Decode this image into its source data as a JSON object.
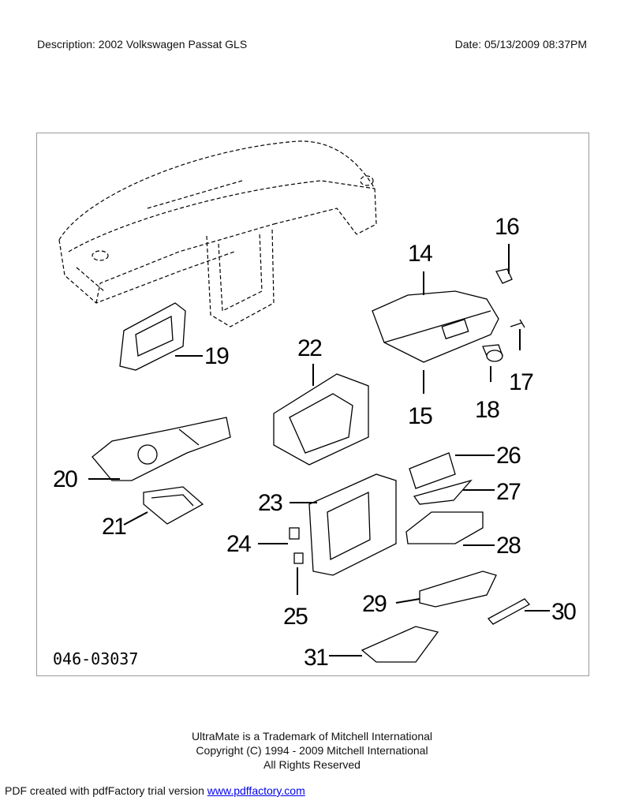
{
  "header": {
    "description": "Description: 2002 Volkswagen Passat GLS",
    "date": "Date: 05/13/2009 08:37PM"
  },
  "diagram": {
    "figure_code": "046-03037",
    "callouts": {
      "c14": "14",
      "c15": "15",
      "c16": "16",
      "c17": "17",
      "c18": "18",
      "c19": "19",
      "c20": "20",
      "c21": "21",
      "c22": "22",
      "c23": "23",
      "c24": "24",
      "c25": "25",
      "c26": "26",
      "c27": "27",
      "c28": "28",
      "c29": "29",
      "c30": "30",
      "c31": "31"
    }
  },
  "footer": {
    "line1": "UltraMate is a Trademark of Mitchell International",
    "line2": "Copyright (C) 1994 - 2009 Mitchell International",
    "line3": "All Rights Reserved"
  },
  "pdf_notice": {
    "text": "PDF created with pdfFactory trial version ",
    "link": "www.pdffactory.com"
  }
}
